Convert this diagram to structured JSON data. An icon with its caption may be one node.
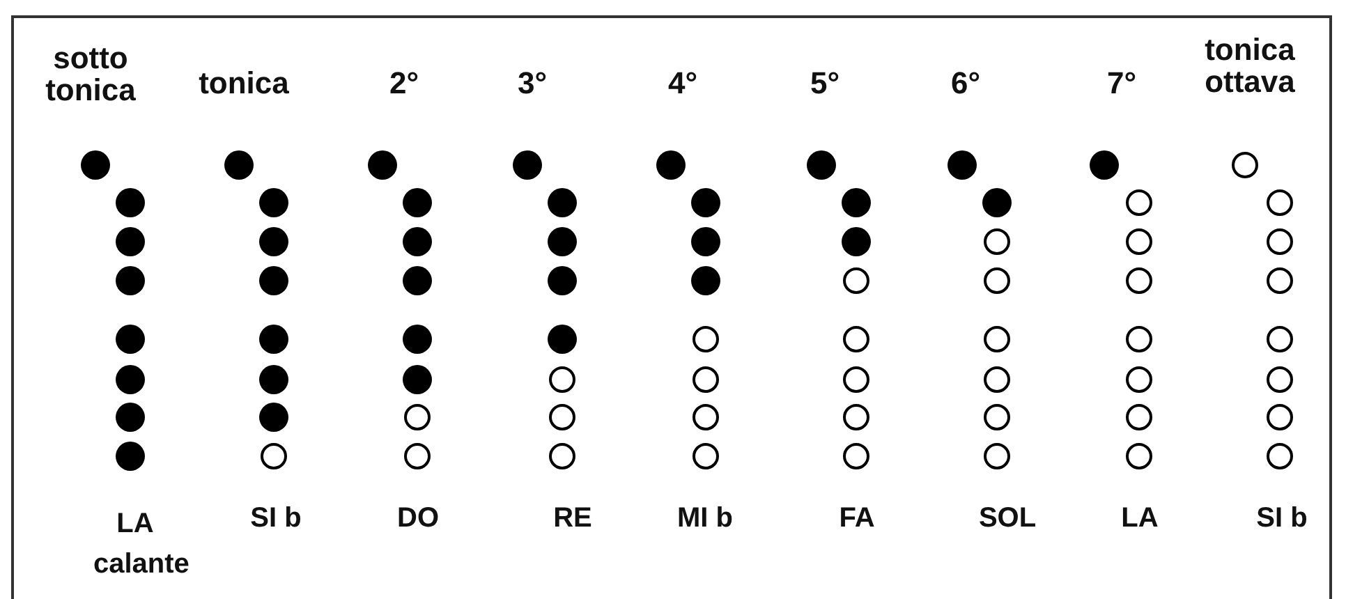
{
  "diagram": {
    "nodes": [
      {
        "text": [],
        "shape": "dot"
      },
      {
        "text": [],
        "shape": "dot"
      },
      {
        "text": [],
        "shape": "dot"
      },
      {
        "text": [],
        "shape": "dot"
      },
      {
        "text": [],
        "shape": "dot"
      },
      {
        "text": [],
        "shape": "dot"
      },
      {
        "text": [],
        "shape": "dot"
      },
      {
        "text": [],
        "shape": "dot"
      },
      {
        "text": [],
        "shape": "dot"
      },
      {
        "text": [],
        "shape": "dot"
      },
      {
        "text": [],
        "shape": "dot"
      },
      {
        "text": [],
        "shape": "dot"
      },
      {
        "text": [],
        "shape": "dot"
      },
      {
        "text": [],
        "shape": "dot"
      },
      {
        "text": [],
        "shape": "dot"
      },
      {
        "text": [],
        "shape": "circle"
      },
      {
        "text": [],
        "shape": "dot"
      },
      {
        "text": [],
        "shape": "dot"
      },
      {
        "text": [],
        "shape": "dot"
      },
      {
        "text": [],
        "shape": "dot"
      },
      {
        "text": [],
        "shape": "dot"
      },
      {
        "text": [],
        "shape": "dot"
      },
      {
        "text": [],
        "shape": "circle"
      },
      {
        "text": [],
        "shape": "circle"
      },
      {
        "text": [],
        "shape": "dot"
      },
      {
        "text": [],
        "shape": "dot"
      },
      {
        "text": [],
        "shape": "dot"
      },
      {
        "text": [],
        "shape": "dot"
      },
      {
        "text": [],
        "shape": "dot"
      },
      {
        "text": [],
        "shape": "circle"
      },
      {
        "text": [],
        "shape": "circle"
      },
      {
        "text": [],
        "shape": "circle"
      },
      {
        "text": [],
        "shape": "dot"
      },
      {
        "text": [],
        "shape": "dot"
      },
      {
        "text": [],
        "shape": "dot"
      },
      {
        "text": [],
        "shape": "dot"
      },
      {
        "text": [],
        "shape": "circle"
      },
      {
        "text": [],
        "shape": "circle"
      },
      {
        "text": [],
        "shape": "circle"
      },
      {
        "text": [],
        "shape": "circle"
      },
      {
        "text": [],
        "shape": "dot"
      },
      {
        "text": [],
        "shape": "dot"
      },
      {
        "text": [],
        "shape": "dot"
      },
      {
        "text": [],
        "shape": "circle"
      },
      {
        "text": [],
        "shape": "circle"
      },
      {
        "text": [],
        "shape": "circle"
      },
      {
        "text": [],
        "shape": "circle"
      },
      {
        "text": [],
        "shape": "circle"
      },
      {
        "text": [],
        "shape": "dot"
      },
      {
        "text": [],
        "shape": "dot"
      },
      {
        "text": [],
        "shape": "circle"
      },
      {
        "text": [],
        "shape": "circle"
      },
      {
        "text": [],
        "shape": "circle"
      },
      {
        "text": [],
        "shape": "circle"
      },
      {
        "text": [],
        "shape": "circle"
      },
      {
        "text": [],
        "shape": "circle"
      },
      {
        "text": [],
        "shape": "dot"
      },
      {
        "text": [],
        "shape": "circle"
      },
      {
        "text": [],
        "shape": "circle"
      },
      {
        "text": [],
        "shape": "circle"
      },
      {
        "text": [],
        "shape": "circle"
      },
      {
        "text": [],
        "shape": "circle"
      },
      {
        "text": [],
        "shape": "circle"
      },
      {
        "text": [],
        "shape": "circle"
      },
      {
        "text": [],
        "shape": "circle"
      },
      {
        "text": [],
        "shape": "circle"
      },
      {
        "text": [],
        "shape": "circle"
      },
      {
        "text": [],
        "shape": "circle"
      },
      {
        "text": [],
        "shape": "circle"
      },
      {
        "text": [],
        "shape": "circle"
      },
      {
        "text": [],
        "shape": "circle"
      },
      {
        "text": [],
        "shape": "circle"
      }
    ],
    "labels": [
      "sotto tonica",
      "tonica",
      "2°",
      "3°",
      "4°",
      "5°",
      "6°",
      "7°",
      "tonica ottava",
      "LA calante",
      "SI b",
      "DO",
      "RE",
      "MI b",
      "FA",
      "SOL",
      "LA",
      "SI b"
    ]
  }
}
